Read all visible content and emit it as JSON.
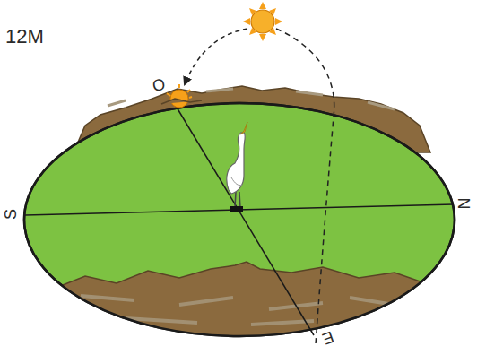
{
  "diagram": {
    "labels": [
      "12M",
      "O",
      "S",
      "N",
      "E"
    ]
  }
}
